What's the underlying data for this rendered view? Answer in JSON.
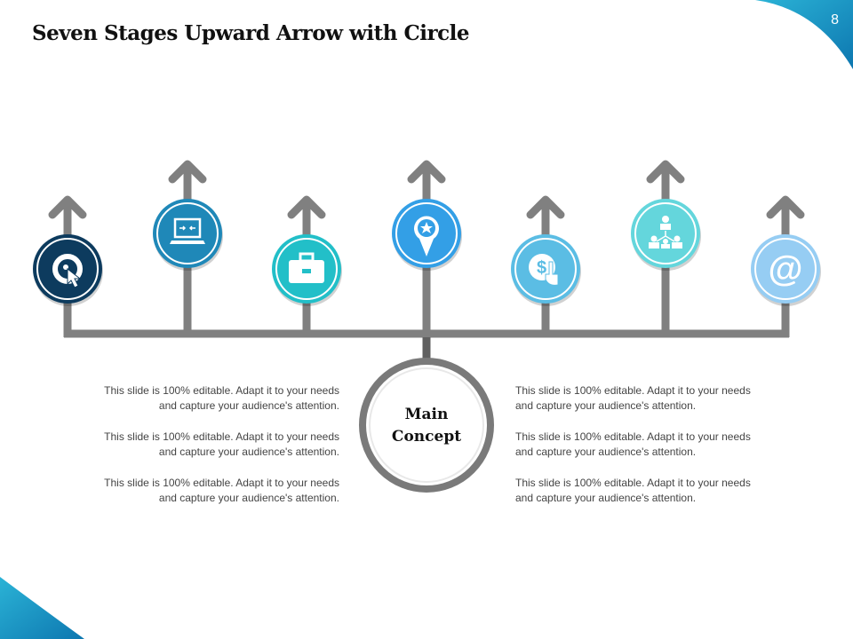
{
  "slide": {
    "title": "Seven Stages Upward Arrow with Circle",
    "page_number": "8"
  },
  "stages": [
    {
      "icon": "target-click-icon",
      "color": "#0d3b5e"
    },
    {
      "icon": "laptop-transfer-icon",
      "color": "#1f88b8"
    },
    {
      "icon": "briefcase-icon",
      "color": "#22bfc8"
    },
    {
      "icon": "location-star-icon",
      "color": "#339fe6"
    },
    {
      "icon": "dollar-hand-icon",
      "color": "#5bbde4"
    },
    {
      "icon": "org-chart-icon",
      "color": "#64d6dc"
    },
    {
      "icon": "at-sign-icon",
      "color": "#96cdf3"
    }
  ],
  "center": {
    "line1": "Main",
    "line2": "Concept"
  },
  "left_texts": [
    "This slide is 100% editable. Adapt it to your needs and capture your audience's attention.",
    "This slide is 100% editable. Adapt it to your needs and capture your audience's attention.",
    "This slide is 100% editable. Adapt it to your needs and capture your audience's attention."
  ],
  "right_texts": [
    "This slide is 100% editable. Adapt it to your needs and capture your audience's attention.",
    "This slide is 100% editable. Adapt it to your needs and capture your audience's attention.",
    "This slide is 100% editable. Adapt it to your needs and capture your audience's attention."
  ],
  "colors": {
    "connector": "#808080",
    "accent_corner": "#1a9fc9"
  }
}
